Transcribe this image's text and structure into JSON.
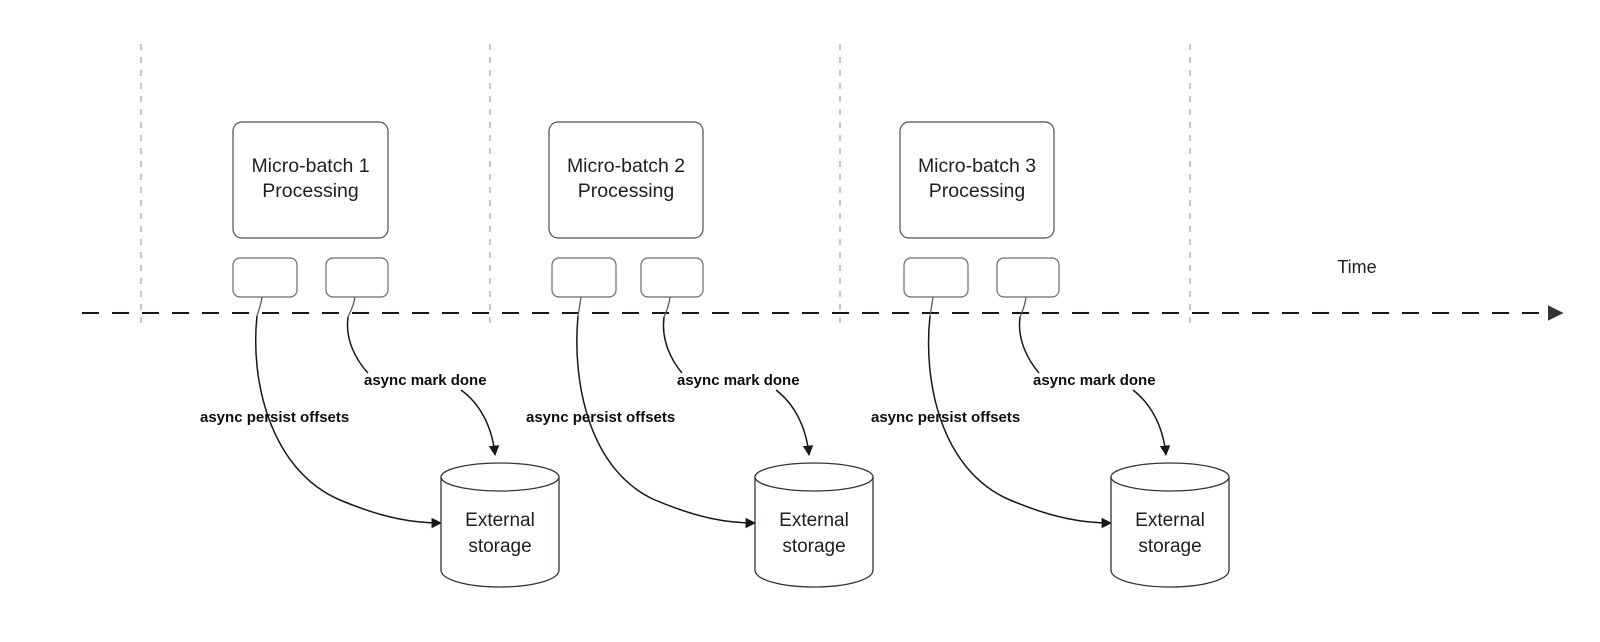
{
  "diagram": {
    "title_label": "Time",
    "timeline": {
      "axis_name": "time-axis",
      "arrow_direction": "right",
      "tick_positions": [
        141,
        490,
        840,
        1190
      ]
    },
    "groups": [
      {
        "id": "group-1",
        "batch_box": {
          "line1": "Micro-batch 1",
          "line2": "Processing"
        },
        "task_boxes": [
          {
            "id": "task-1a",
            "label": ""
          },
          {
            "id": "task-1b",
            "label": ""
          }
        ],
        "storage": {
          "line1": "External",
          "line2": "storage"
        },
        "edges": [
          {
            "id": "edge-persist-1",
            "label": "async persist offsets"
          },
          {
            "id": "edge-mark-1",
            "label": "async mark done"
          }
        ]
      },
      {
        "id": "group-2",
        "batch_box": {
          "line1": "Micro-batch 2",
          "line2": "Processing"
        },
        "task_boxes": [
          {
            "id": "task-2a",
            "label": ""
          },
          {
            "id": "task-2b",
            "label": ""
          }
        ],
        "storage": {
          "line1": "External",
          "line2": "storage"
        },
        "edges": [
          {
            "id": "edge-persist-2",
            "label": "async persist offsets"
          },
          {
            "id": "edge-mark-2",
            "label": "async mark done"
          }
        ]
      },
      {
        "id": "group-3",
        "batch_box": {
          "line1": "Micro-batch 3",
          "line2": "Processing"
        },
        "task_boxes": [
          {
            "id": "task-3a",
            "label": ""
          },
          {
            "id": "task-3b",
            "label": ""
          }
        ],
        "storage": {
          "line1": "External",
          "line2": "storage"
        },
        "edges": [
          {
            "id": "edge-persist-3",
            "label": "async persist offsets"
          },
          {
            "id": "edge-mark-3",
            "label": "async mark done"
          }
        ]
      }
    ],
    "colors": {
      "background": "#ffffff",
      "shape_stroke": "#4d4d52",
      "tick_stroke": "#b8b8bd",
      "axis_stroke": "#16181d",
      "text": "#1d1f23",
      "edge_label_text": "#0c0d10"
    }
  }
}
